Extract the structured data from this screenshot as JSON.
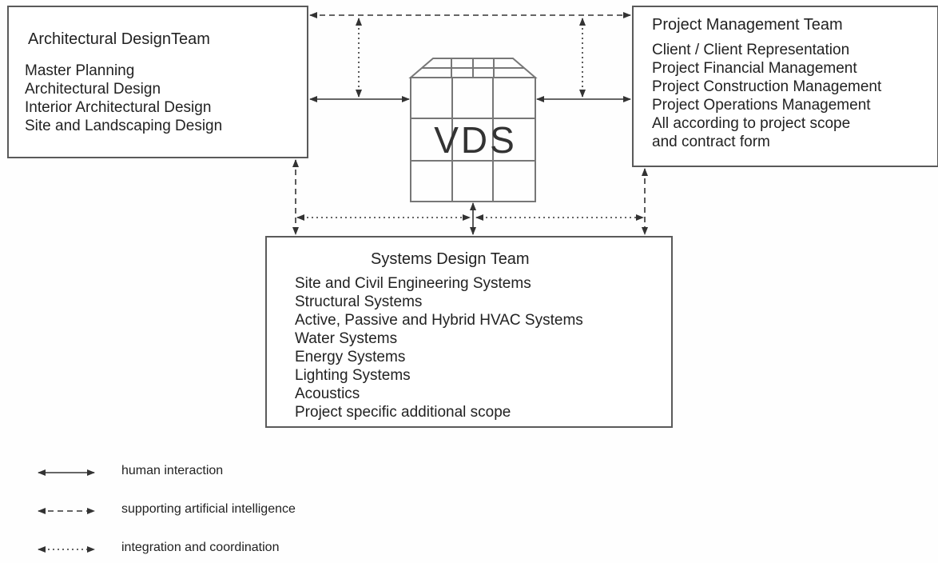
{
  "architectural_team": {
    "title": "Architectural DesignTeam",
    "items": [
      "Master Planning",
      "Architectural Design",
      "Interior Architectural Design",
      "Site and Landscaping Design"
    ]
  },
  "project_management_team": {
    "title": "Project Management Team",
    "items": [
      "Client / Client Representation",
      "Project Financial Management",
      "Project Construction Management",
      "Project Operations Management",
      "All according to project scope",
      "and contract form"
    ]
  },
  "systems_design_team": {
    "title": "Systems Design Team",
    "items": [
      "Site and Civil Engineering Systems",
      "Structural Systems",
      "Active, Passive and Hybrid HVAC Systems",
      "Water Systems",
      "Energy Systems",
      "Lighting Systems",
      "Acoustics",
      "Project specific additional scope"
    ]
  },
  "vds": {
    "label": "VDS"
  },
  "legend": [
    {
      "style": "solid",
      "label": "human interaction"
    },
    {
      "style": "dashed",
      "label": "supporting artificial intelligence"
    },
    {
      "style": "dotted",
      "label": "integration and coordination"
    }
  ],
  "colors": {
    "line": "#333333",
    "box_border": "#5a5a5a",
    "building": "#777777"
  }
}
